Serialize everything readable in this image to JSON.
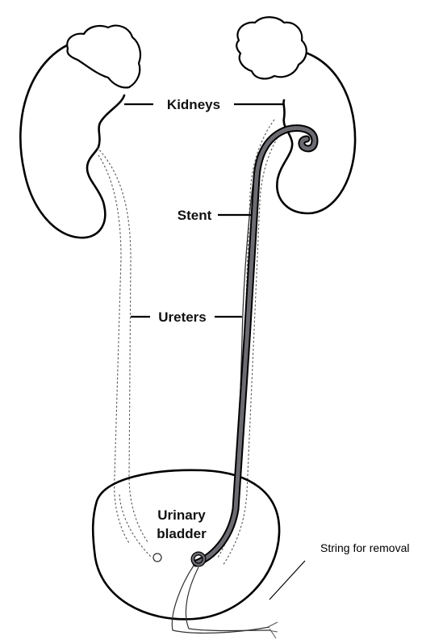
{
  "labels": {
    "kidneys": "Kidneys",
    "stent": "Stent",
    "ureters": "Ureters",
    "bladder_line1": "Urinary",
    "bladder_line2": "bladder",
    "string": "String for removal"
  },
  "colors": {
    "outline": "#000000",
    "stent": "#6b6b72",
    "background": "#ffffff"
  }
}
